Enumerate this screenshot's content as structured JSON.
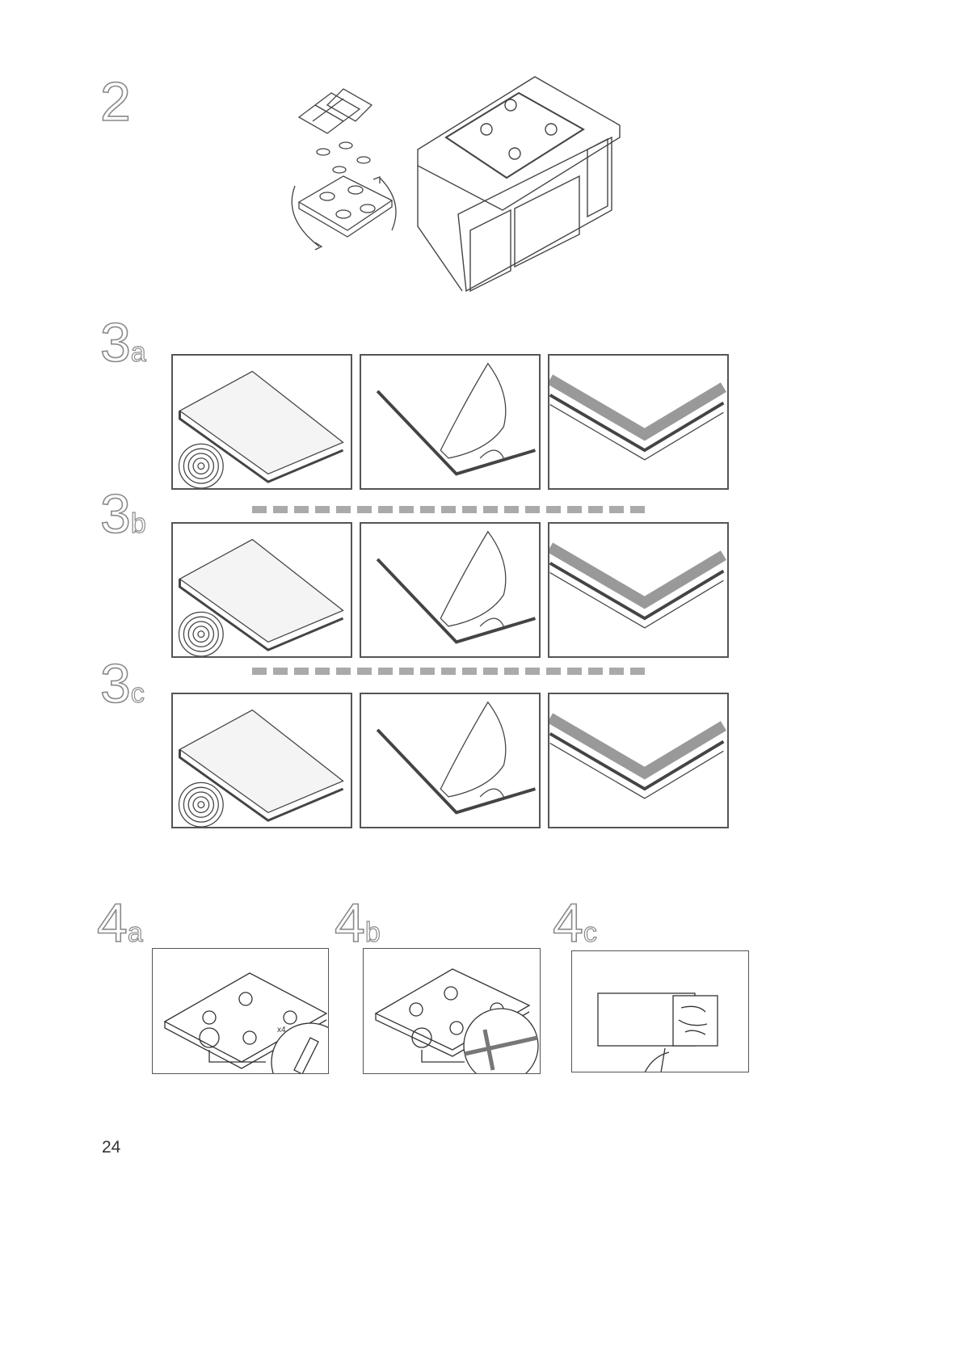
{
  "steps": {
    "s2": {
      "num": "2"
    },
    "s3a": {
      "num": "3",
      "letter": "a"
    },
    "s3b": {
      "num": "3",
      "letter": "b"
    },
    "s3c": {
      "num": "3",
      "letter": "c"
    },
    "s4a": {
      "num": "4",
      "letter": "a",
      "note": "x4"
    },
    "s4b": {
      "num": "4",
      "letter": "b"
    },
    "s4c": {
      "num": "4",
      "letter": "c"
    }
  },
  "page_number": "24"
}
